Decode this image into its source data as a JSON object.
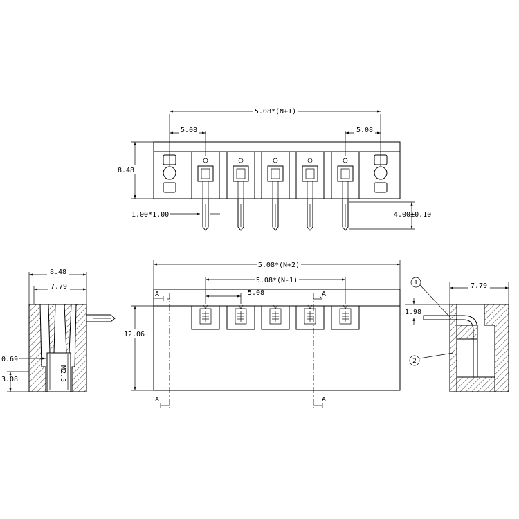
{
  "top_view": {
    "dim_width": "5.08*(N+1)",
    "dim_pitch_left": "5.08",
    "dim_pitch_right": "5.08",
    "dim_height": "8.48",
    "dim_pin": "1.00*1.00",
    "dim_pin_length": "4.00±0.10"
  },
  "side_view_left": {
    "dim_outer": "8.48",
    "dim_inner": "7.79",
    "dim_a": "0.69",
    "dim_b": "3.08",
    "screw_label": "M2.5"
  },
  "front_view": {
    "dim_overall": "5.08*(N+2)",
    "dim_between": "5.08*(N-1)",
    "dim_pitch": "5.08",
    "dim_height": "12.06",
    "section_mark": "A"
  },
  "section_view": {
    "dim_width": "7.79",
    "dim_offset": "1.98",
    "callout_1": "1",
    "callout_2": "2"
  }
}
